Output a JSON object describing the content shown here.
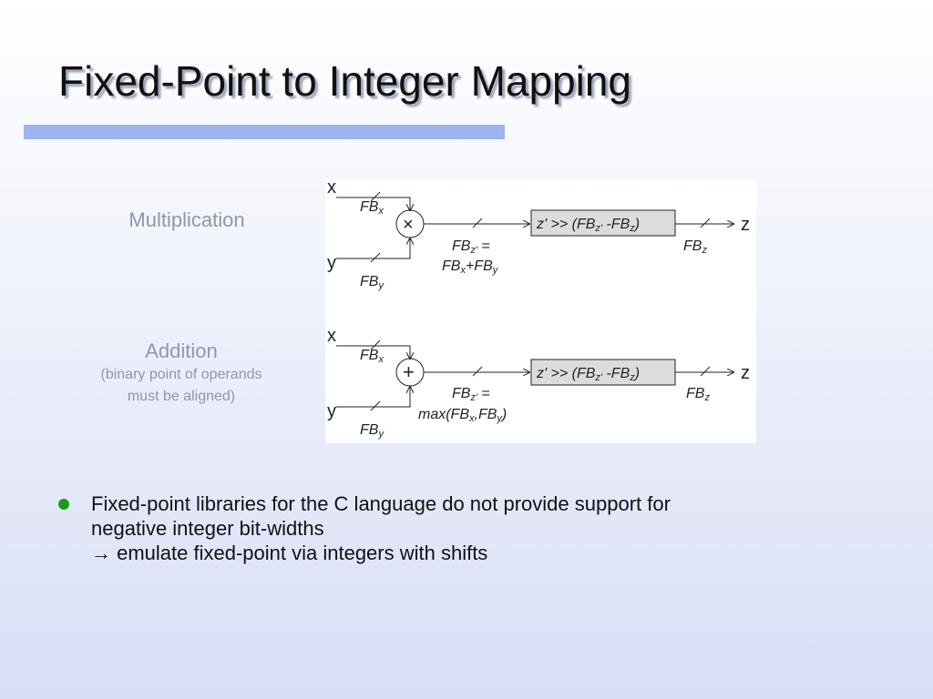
{
  "slide": {
    "title": "Fixed-Point to Integer Mapping"
  },
  "labels": {
    "multiplication": "Multiplication",
    "addition": "Addition",
    "addition_note_line1": "(binary point of operands",
    "addition_note_line2": "must be aligned)"
  },
  "diagram": {
    "mult": {
      "input_x": "x",
      "input_y": "y",
      "output": "z",
      "fb_x": "FB",
      "fb_x_sub": "x",
      "fb_y": "FB",
      "fb_y_sub": "y",
      "operator": "×",
      "fbz_prime_label": "FB",
      "fbz_prime_sub": "z'",
      "fbz_prime_eq": " =",
      "formula_a": "FB",
      "formula_a_sub": "x",
      "formula_plus": "+FB",
      "formula_b_sub": "y",
      "shift_box_prefix": "z' >> (FB",
      "shift_sub1": "z'",
      "shift_mid": " -FB",
      "shift_sub2": "z",
      "shift_suffix": ")",
      "fb_z": "FB",
      "fb_z_sub": "z"
    },
    "add": {
      "input_x": "x",
      "input_y": "y",
      "output": "z",
      "fb_x": "FB",
      "fb_x_sub": "x",
      "fb_y": "FB",
      "fb_y_sub": "y",
      "operator": "+",
      "fbz_prime_label": "FB",
      "fbz_prime_sub": "z'",
      "fbz_prime_eq": " =",
      "formula_pre": "max(FB",
      "formula_a_sub": "x",
      "formula_mid": ",FB",
      "formula_b_sub": "y",
      "formula_post": ")",
      "shift_box_prefix": "z' >> (FB",
      "shift_sub1": "z'",
      "shift_mid": " -FB",
      "shift_sub2": "z",
      "shift_suffix": ")",
      "fb_z": "FB",
      "fb_z_sub": "z"
    }
  },
  "bullets": [
    {
      "line1": "Fixed-point libraries for the C language do not provide support for",
      "line2": "negative integer bit-widths",
      "line3": "→ emulate fixed-point via integers with shifts"
    }
  ],
  "colors": {
    "title_bar": "#9db4f0",
    "bullet": "#1a9a1a",
    "label_text": "#9197a6",
    "shift_box": "#dcdcdc"
  }
}
